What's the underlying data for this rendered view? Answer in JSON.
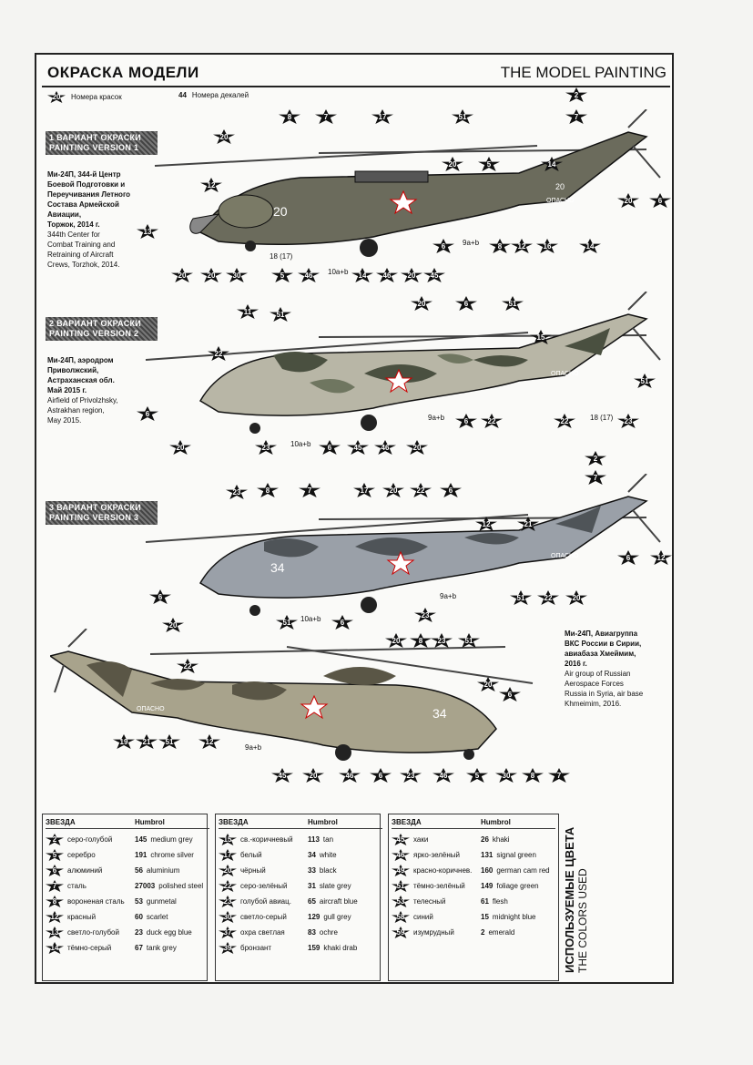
{
  "header": {
    "title_ru": "ОКРАСКА МОДЕЛИ",
    "title_en": "THE MODEL PAINTING"
  },
  "legend": {
    "paint_num": "20",
    "paint_label": "Номера красок",
    "decal_num": "44",
    "decal_label": "Номера декалей"
  },
  "versions": [
    {
      "banner_ru": "1 ВАРИАНТ ОКРАСКИ",
      "banner_en": "PAINTING VERSION 1",
      "desc_ru_1": "Ми-24П, 344-й Центр",
      "desc_ru_2": "Боевой Подготовки и",
      "desc_ru_3": "Переучивания Летного",
      "desc_ru_4": "Состава Армейской",
      "desc_ru_5": "Авиации,",
      "desc_ru_6": "Торжок, 2014 г.",
      "desc_en_1": "344th Center for",
      "desc_en_2": "Combat Training and",
      "desc_en_3": "Retraining of Aircraft",
      "desc_en_4": "Crews, Torzhok, 2014."
    },
    {
      "banner_ru": "2 ВАРИАНТ ОКРАСКИ",
      "banner_en": "PAINTING VERSION 2",
      "desc_ru_1": "Ми-24П, аэродром",
      "desc_ru_2": "Приволжский,",
      "desc_ru_3": "Астраханская обл.",
      "desc_ru_4": "Май 2015 г.",
      "desc_en_1": "Airfield of Privolzhsky,",
      "desc_en_2": "Astrakhan region,",
      "desc_en_3": "May 2015."
    },
    {
      "banner_ru": "3 ВАРИАНТ ОКРАСКИ",
      "banner_en": "PAINTING VERSION 3"
    },
    {
      "desc_ru_1": "Ми-24П, Авиагруппа",
      "desc_ru_2": "ВКС России в Сирии,",
      "desc_ru_3": "авиабаза Хмеймим,",
      "desc_ru_4": "2016 г.",
      "desc_en_1": "Air group of Russian",
      "desc_en_2": "Aerospace Forces",
      "desc_en_3": "Russia in Syria, air base",
      "desc_en_4": "Khmeimim, 2016."
    }
  ],
  "callouts": {
    "v1": [
      "2",
      "7",
      "8",
      "7",
      "17",
      "51",
      "20",
      "20",
      "5",
      "14",
      "20",
      "6",
      "12",
      "13",
      "6",
      "9a+b",
      "8",
      "12",
      "16",
      "14",
      "18 (17)",
      "20",
      "20",
      "30",
      "5",
      "46",
      "10a+b",
      "14",
      "46",
      "20",
      "45",
      "6"
    ],
    "v2": [
      "20",
      "6",
      "51",
      "11",
      "51",
      "15",
      "22",
      "6",
      "9a+b",
      "6",
      "22",
      "22",
      "18 (17)",
      "23",
      "51",
      "20",
      "23",
      "10a+b",
      "6",
      "45",
      "46",
      "20"
    ],
    "v3": [
      "2",
      "7",
      "23",
      "8",
      "7",
      "17",
      "20",
      "22",
      "6",
      "12",
      "21",
      "6",
      "12",
      "6",
      "9a+b",
      "51",
      "22",
      "20",
      "20",
      "51",
      "10a+b",
      "6",
      "23"
    ],
    "v4": [
      "20",
      "8",
      "23",
      "51",
      "22",
      "20",
      "6",
      "19",
      "21",
      "51",
      "12",
      "9a+b",
      "45",
      "20",
      "46",
      "6",
      "23",
      "46",
      "5",
      "30",
      "8",
      "7"
    ]
  },
  "aircraft_text": {
    "v1_code": "20",
    "v2_code": "",
    "v3_code": "34",
    "v4_code": "34",
    "danger": "ОПАСНО"
  },
  "colors_table": {
    "side_ru": "ИСПОЛЬЗУЕМЫЕ ЦВЕТА",
    "side_en": "THE COLORS USED",
    "col_star": "ЗВЕЗДА",
    "col_humbrol": "Humbrol",
    "col1": [
      {
        "n": "2",
        "ru": "серо-голубой",
        "h": "145",
        "en": "medium grey"
      },
      {
        "n": "5",
        "ru": "серебро",
        "h": "191",
        "en": "chrome silver"
      },
      {
        "n": "6",
        "ru": "алюминий",
        "h": "56",
        "en": "aluminium"
      },
      {
        "n": "7",
        "ru": "сталь",
        "h": "27003",
        "en": "polished steel"
      },
      {
        "n": "8",
        "ru": "вороненая сталь",
        "h": "53",
        "en": "gunmetal"
      },
      {
        "n": "12",
        "ru": "красный",
        "h": "60",
        "en": "scarlet"
      },
      {
        "n": "13",
        "ru": "светло-голубой",
        "h": "23",
        "en": "duck egg blue"
      },
      {
        "n": "14",
        "ru": "тёмно-серый",
        "h": "67",
        "en": "tank grey"
      }
    ],
    "col2": [
      {
        "n": "15",
        "ru": "св.-коричневый",
        "h": "113",
        "en": "tan"
      },
      {
        "n": "17",
        "ru": "белый",
        "h": "34",
        "en": "white"
      },
      {
        "n": "20",
        "ru": "чёрный",
        "h": "33",
        "en": "black"
      },
      {
        "n": "22",
        "ru": "серо-зелёный",
        "h": "31",
        "en": "slate grey"
      },
      {
        "n": "23",
        "ru": "голубой авиац.",
        "h": "65",
        "en": "aircraft blue"
      },
      {
        "n": "30",
        "ru": "светло-серый",
        "h": "129",
        "en": "gull grey"
      },
      {
        "n": "37",
        "ru": "охра светлая",
        "h": "83",
        "en": "ochre"
      },
      {
        "n": "39",
        "ru": "бронзант",
        "h": "159",
        "en": "khaki drab"
      }
    ],
    "col3": [
      {
        "n": "45",
        "ru": "хаки",
        "h": "26",
        "en": "khaki"
      },
      {
        "n": "46",
        "ru": "ярко-зелёный",
        "h": "131",
        "en": "signal green"
      },
      {
        "n": "49",
        "ru": "красно-коричнев.",
        "h": "160",
        "en": "german cam red"
      },
      {
        "n": "51",
        "ru": "тёмно-зелёный",
        "h": "149",
        "en": "foliage green"
      },
      {
        "n": "53",
        "ru": "телесный",
        "h": "61",
        "en": "flesh"
      },
      {
        "n": "58",
        "ru": "синий",
        "h": "15",
        "en": "midnight blue"
      },
      {
        "n": "59",
        "ru": "изумрудный",
        "h": "2",
        "en": "emerald"
      }
    ]
  }
}
